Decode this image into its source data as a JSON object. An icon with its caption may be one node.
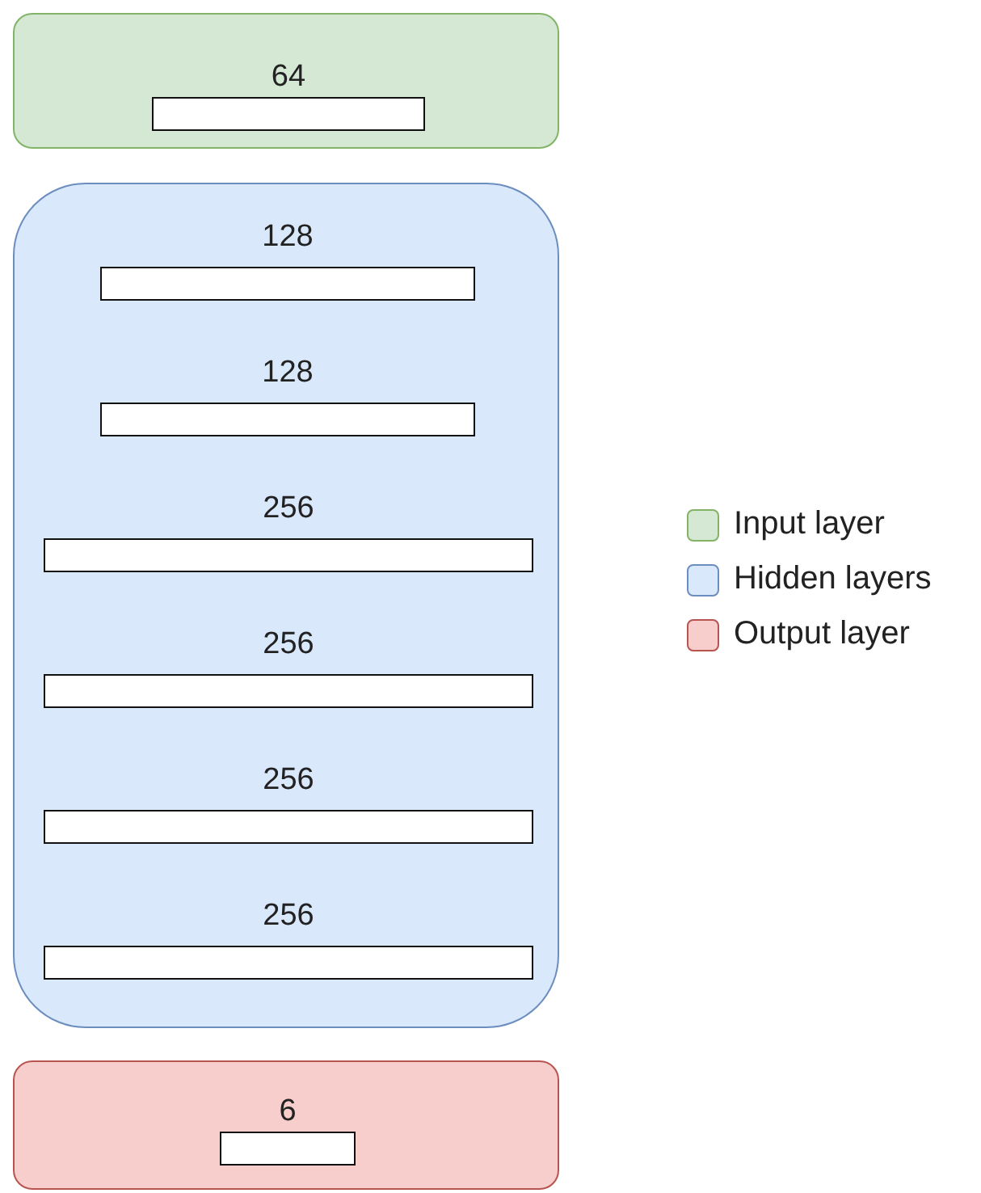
{
  "diagram": {
    "nodes": [
      {
        "text": [],
        "shape": "box"
      },
      {
        "text": [
          "64"
        ],
        "in": 0
      },
      {
        "text": [],
        "shape": "box"
      },
      {
        "text": [
          "128"
        ],
        "in": 2
      },
      {
        "text": [
          "128"
        ],
        "in": 2
      },
      {
        "text": [
          "256"
        ],
        "in": 2
      },
      {
        "text": [
          "256"
        ],
        "in": 2
      },
      {
        "text": [
          "256"
        ],
        "in": 2
      },
      {
        "text": [
          "256"
        ],
        "in": 2
      },
      {
        "text": [],
        "shape": "box"
      },
      {
        "text": [
          "6"
        ],
        "in": 9
      }
    ],
    "legend": [
      {
        "text": "Input layer",
        "color": "#d5e8d4"
      },
      {
        "text": "Hidden layers",
        "color": "#dae8fc"
      },
      {
        "text": "Output layer",
        "color": "#f8cecc"
      }
    ]
  }
}
